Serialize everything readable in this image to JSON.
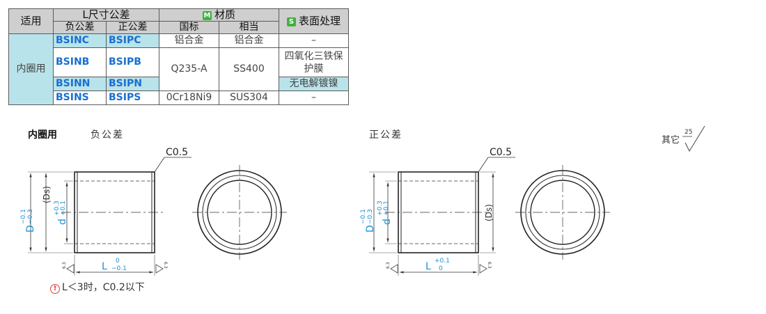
{
  "table": {
    "headers": {
      "apply": "适用",
      "l_tol": "L尺寸公差",
      "neg_tol": "负公差",
      "pos_tol": "正公差",
      "material_badge": "M",
      "material": "材质",
      "gb": "国标",
      "equiv": "相当",
      "surface_badge": "S",
      "surface": "表面处理"
    },
    "category": "内圈用",
    "rows": [
      {
        "neg": "BSINC",
        "pos": "BSIPC",
        "gb": "铝合金",
        "equiv": "铝合金",
        "surface": "–"
      },
      {
        "neg": "BSINB",
        "pos": "BSIPB",
        "gb": "Q235-A",
        "equiv": "SS400",
        "surface": "四氧化三铁保护膜"
      },
      {
        "neg": "BSINN",
        "pos": "BSIPN",
        "surface": "无电解镀镍"
      },
      {
        "neg": "BSINS",
        "pos": "BSIPS",
        "gb": "0Cr18Ni9",
        "equiv": "SUS304",
        "surface": "–"
      }
    ]
  },
  "labels": {
    "section": "内圈用",
    "negative": "负公差",
    "positive": "正公差",
    "other": "其它",
    "other_roughness": "25",
    "note": "L＜3时，C0.2以下"
  },
  "drawing": {
    "chamfer": "C0.5",
    "D": "D",
    "D_tol_upper": "−0.1",
    "D_tol_lower": "−0.3",
    "d": "d",
    "d_tol_upper": "+0.3",
    "d_tol_lower": "+0.1",
    "Ds": "(Ds)",
    "L": "L",
    "L_neg_upper": "0",
    "L_neg_lower": "−0.1",
    "L_pos_upper": "+0.1",
    "L_pos_lower": "0",
    "roughness": "6.3",
    "accent": "#1a8fd6"
  }
}
